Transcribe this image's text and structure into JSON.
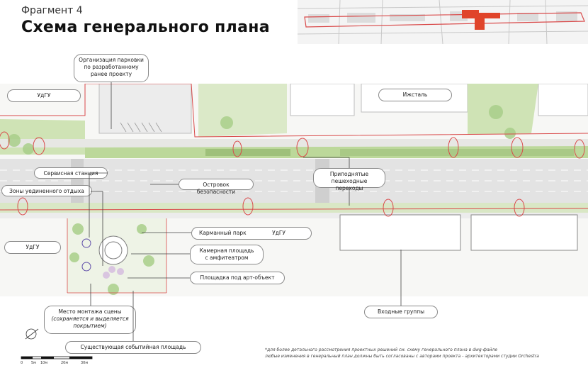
{
  "header": {
    "fragment": "Фрагмент 4",
    "title": "Схема генерального плана"
  },
  "labels": {
    "parking": [
      "Организация парковки",
      "по разработанному",
      "ранее проекту"
    ],
    "udgu_top_left": "УдГУ",
    "izhstal": "Ижсталь",
    "service_station": "Сервисная станция",
    "quiet_zones": "Зоны уединенного отдыха",
    "safety_island": "Островок безопасности",
    "raised_crossings": [
      "Приподнятые",
      "пешеходные переходы"
    ],
    "pocket_park": "Карманный парк",
    "udgu_right": "УдГУ",
    "udgu_left": "УдГУ",
    "chamber_square": [
      "Камерная площадь",
      "с амфитеатром"
    ],
    "art_object": "Площадка под арт-объект",
    "stage_place": [
      "Место монтажа сцены"
    ],
    "stage_note": [
      "(сохраняется и выделяется",
      "покрытием)"
    ],
    "entrance_groups": "Входные группы",
    "event_square": "Существующая событийная площадь"
  },
  "footnote": [
    "*для более детального рассмотрения проектных решений см. схему генерального плана в dwg-файле",
    "любые изменения в генеральный план должны быть согласованы с авторами проекта - архитекторами студии Orchestra"
  ],
  "scale_bar": [
    "0",
    "5м",
    "10м",
    "20м",
    "30м"
  ],
  "colors": {
    "boundary": "#d94a4a",
    "highlight": "#e0442a",
    "green": "#bcd89a",
    "road": "#e3e3e3"
  }
}
